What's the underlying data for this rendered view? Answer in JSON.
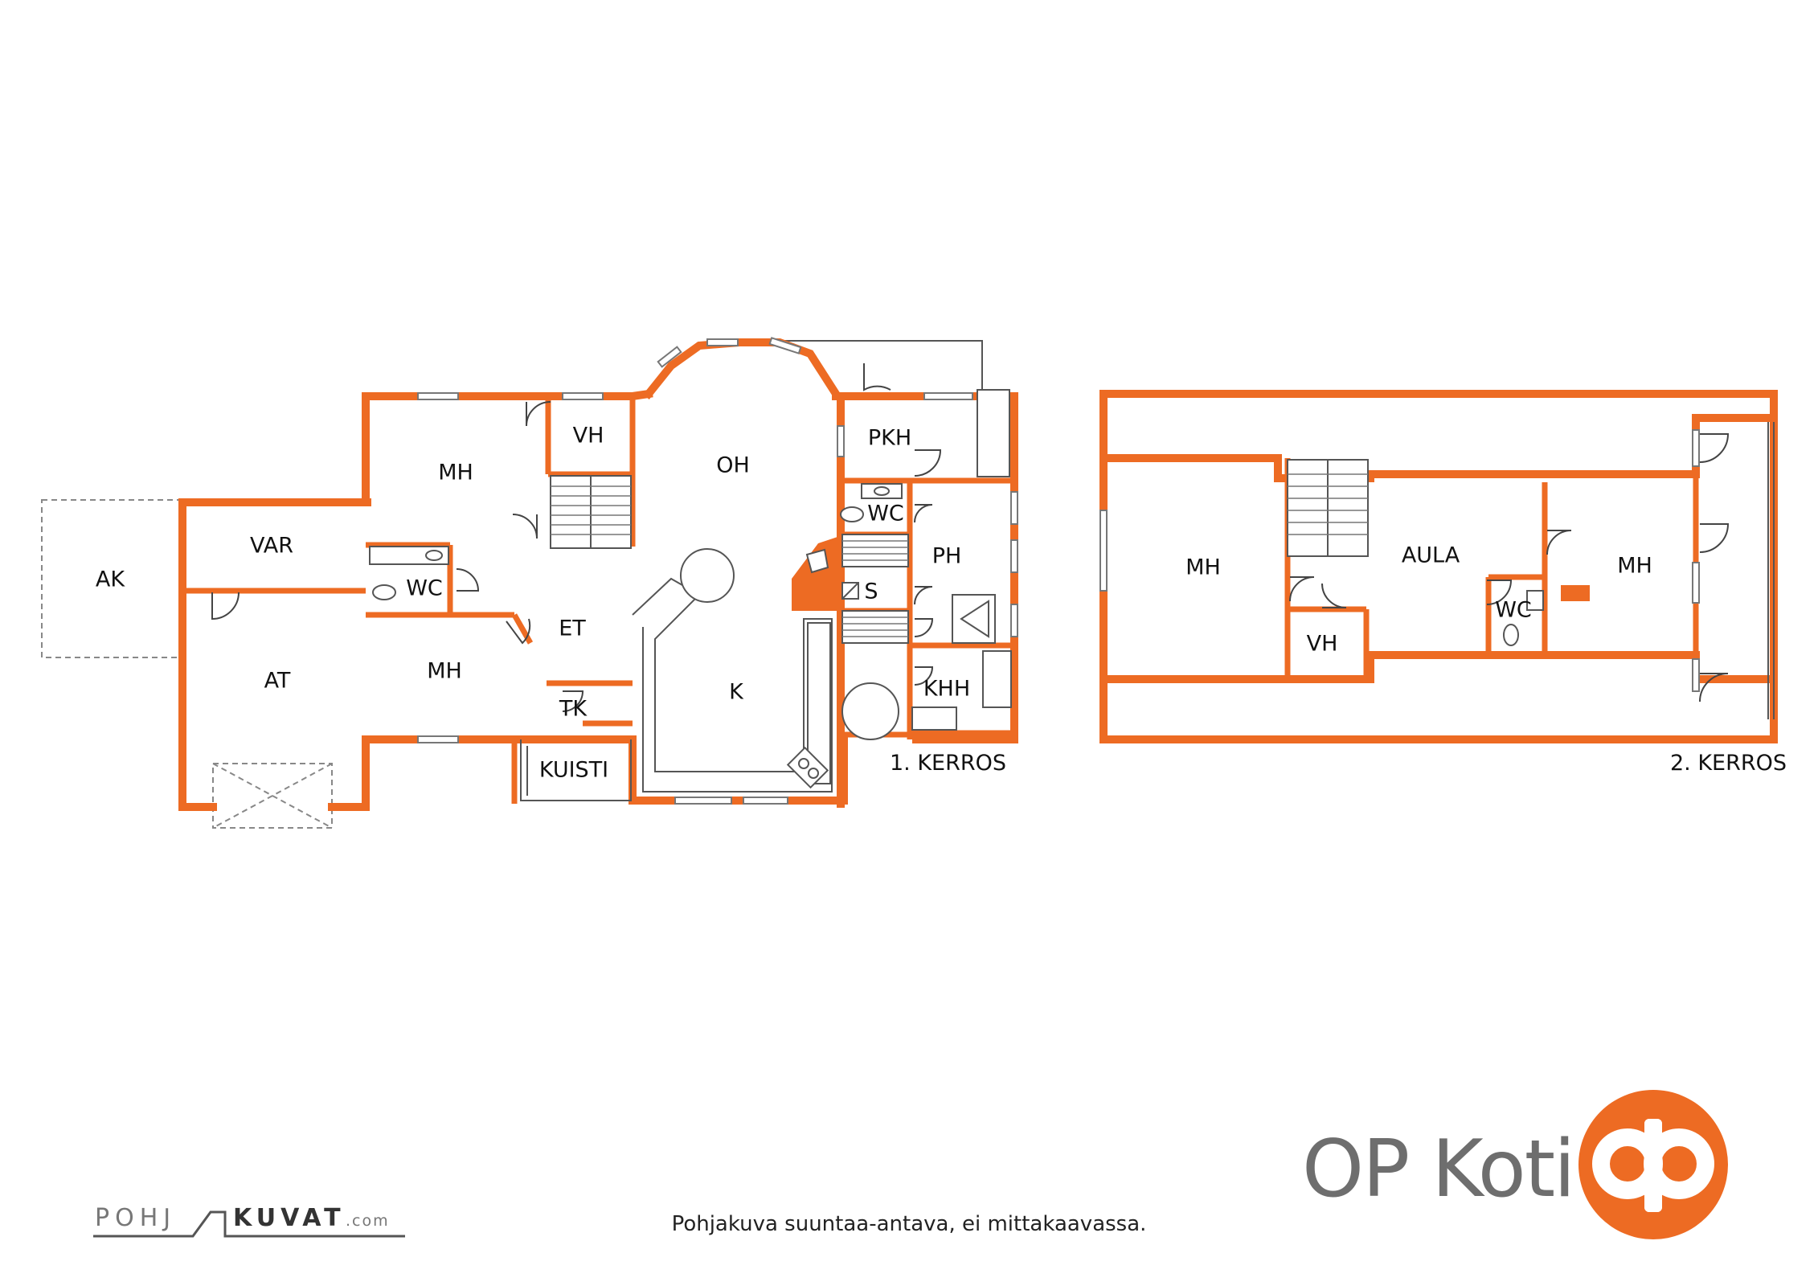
{
  "floor_1": {
    "label": "1. KERROS",
    "rooms": {
      "ak": "AK",
      "var": "VAR",
      "at": "AT",
      "mh_top": "MH",
      "vh": "VH",
      "oh": "OH",
      "pkh": "PKH",
      "wc_left": "WC",
      "wc_right": "WC",
      "et": "ET",
      "mh_bottom": "MH",
      "tk": "TK",
      "kuisti": "KUISTI",
      "k": "K",
      "s": "S",
      "ph": "PH",
      "khh": "KHH"
    }
  },
  "floor_2": {
    "label": "2. KERROS",
    "rooms": {
      "mh_left": "MH",
      "aula": "AULA",
      "mh_right": "MH",
      "wc": "WC",
      "vh": "VH"
    }
  },
  "disclaimer": "Pohjakuva suuntaa-antava, ei mittakaavassa.",
  "brand": {
    "name": "OP Koti",
    "color": "#ed6b23",
    "text_color": "#6e6e6e"
  },
  "credit": {
    "part1": "POHJ",
    "part2": "KUVAT",
    "part3": ".com"
  },
  "colors": {
    "wall": "#ed6b23",
    "fixture": "#555555"
  },
  "icons": [
    "op-logo-icon",
    "staircase-icon",
    "fireplace-icon",
    "bathtub-icon",
    "toilet-icon",
    "sink-icon",
    "stove-icon"
  ]
}
